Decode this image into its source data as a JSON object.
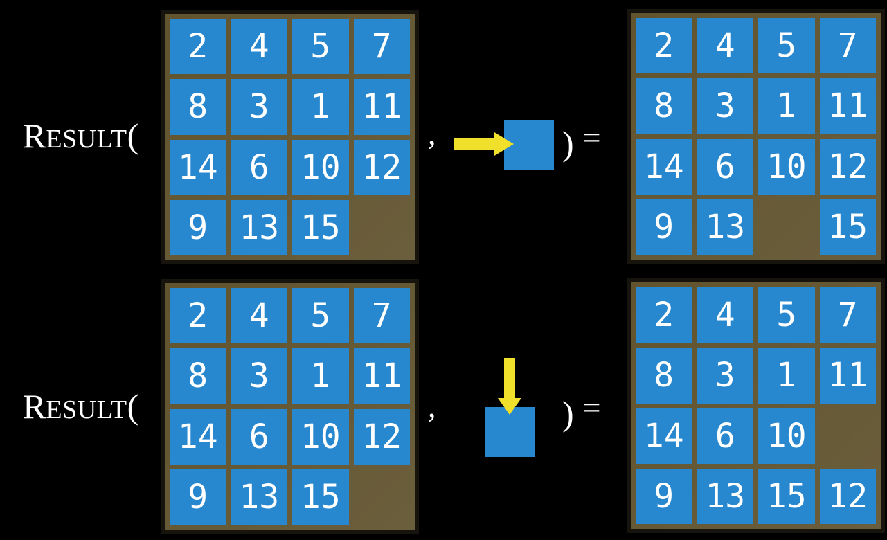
{
  "figure": {
    "description": "Effect of the RESULT function on 15-puzzle states",
    "function_name_big": "R",
    "function_name_small": "ESULT",
    "open_paren": "(",
    "comma": ",",
    "close_paren": ")",
    "equals": "=",
    "rows": [
      {
        "action": "slide-tile-right",
        "arrow_icon": "arrow-right-icon",
        "arrow_direction": "right",
        "before": [
          [
            2,
            4,
            5,
            7
          ],
          [
            8,
            3,
            1,
            11
          ],
          [
            14,
            6,
            10,
            12
          ],
          [
            9,
            13,
            15,
            null
          ]
        ],
        "after": [
          [
            2,
            4,
            5,
            7
          ],
          [
            8,
            3,
            1,
            11
          ],
          [
            14,
            6,
            10,
            12
          ],
          [
            9,
            13,
            null,
            15
          ]
        ]
      },
      {
        "action": "slide-tile-down",
        "arrow_icon": "arrow-down-icon",
        "arrow_direction": "down",
        "before": [
          [
            2,
            4,
            5,
            7
          ],
          [
            8,
            3,
            1,
            11
          ],
          [
            14,
            6,
            10,
            12
          ],
          [
            9,
            13,
            15,
            null
          ]
        ],
        "after": [
          [
            2,
            4,
            5,
            7
          ],
          [
            8,
            3,
            1,
            11
          ],
          [
            14,
            6,
            10,
            null
          ],
          [
            9,
            13,
            15,
            12
          ]
        ]
      }
    ]
  },
  "colors": {
    "background": "#000000",
    "board": "#655834",
    "board_border": "#17130d",
    "tile": "#2787cf",
    "tile_text": "#ffffff",
    "arrow": "#f0e02b",
    "label_text": "#ffffff"
  }
}
